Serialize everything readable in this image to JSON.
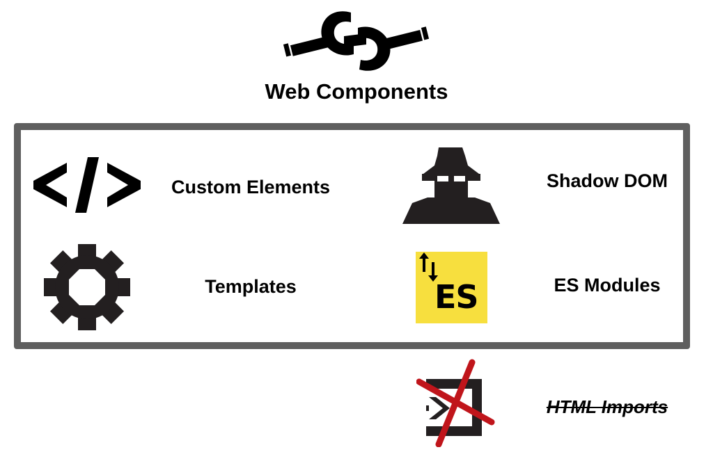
{
  "title": "Web Components",
  "features": {
    "custom_elements": {
      "label": "Custom Elements",
      "icon": "code-brackets-icon"
    },
    "shadow_dom": {
      "label": "Shadow DOM",
      "icon": "spy-icon"
    },
    "templates": {
      "label": "Templates",
      "icon": "gear-icon"
    },
    "es_modules": {
      "label": "ES Modules",
      "icon": "es-modules-icon",
      "icon_text": "ES"
    }
  },
  "deprecated": {
    "label": "HTML Imports",
    "icon": "html-imports-icon",
    "status": "struck-through"
  },
  "colors": {
    "frame": "#5f5f5f",
    "icon": "#231f20",
    "es_background": "#f7df3e",
    "strike_red": "#c0151b"
  }
}
